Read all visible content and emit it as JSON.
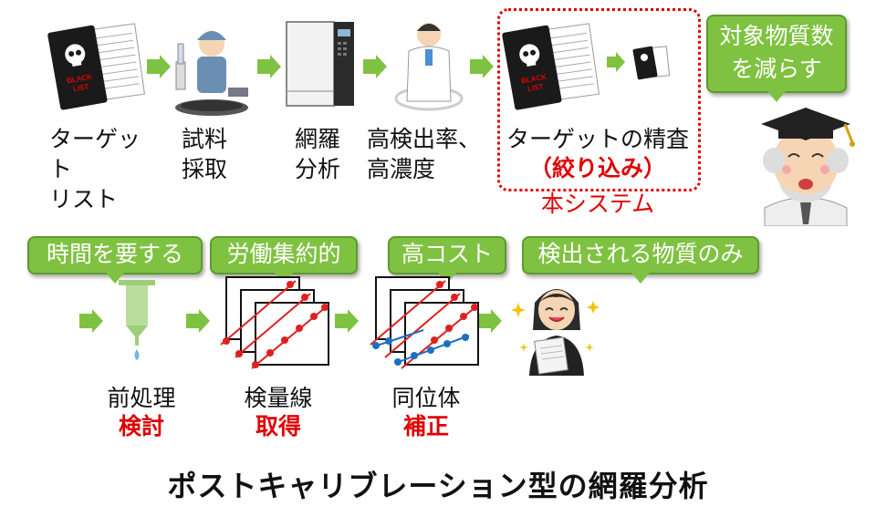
{
  "top_row": {
    "items": [
      {
        "id": "target-list",
        "label": "ターゲット\nリスト"
      },
      {
        "id": "sampling",
        "label": "試料\n採取"
      },
      {
        "id": "comprehensive-analysis",
        "label": "網羅\n分析"
      },
      {
        "id": "high-detection",
        "label": "高検出率、\n高濃度"
      },
      {
        "id": "target-review",
        "label": "ターゲットの精査"
      }
    ],
    "narrowing_label": "（絞り込み）",
    "system_label": "本システム",
    "reduce_bubble": "対象物質数\nを減らす",
    "blacklist_text": "BLACK\nLIST"
  },
  "bottom_row": {
    "bubbles": [
      {
        "id": "time",
        "text": "時間を要する"
      },
      {
        "id": "labor",
        "text": "労働集約的"
      },
      {
        "id": "cost",
        "text": "高コスト"
      },
      {
        "id": "only-detected",
        "text": "検出される物質のみ"
      }
    ],
    "steps": [
      {
        "id": "pretreatment",
        "label": "前処理",
        "red": "検討"
      },
      {
        "id": "calibration",
        "label": "検量線",
        "red": "取得"
      },
      {
        "id": "isotope",
        "label": "同位体",
        "red": "補正"
      }
    ]
  },
  "title": "ポストキャリブレーション型の網羅分析",
  "colors": {
    "accent_green": "#7fc241",
    "accent_red": "#e00000",
    "series_red": "#e02020",
    "series_blue": "#1f6fc0"
  }
}
